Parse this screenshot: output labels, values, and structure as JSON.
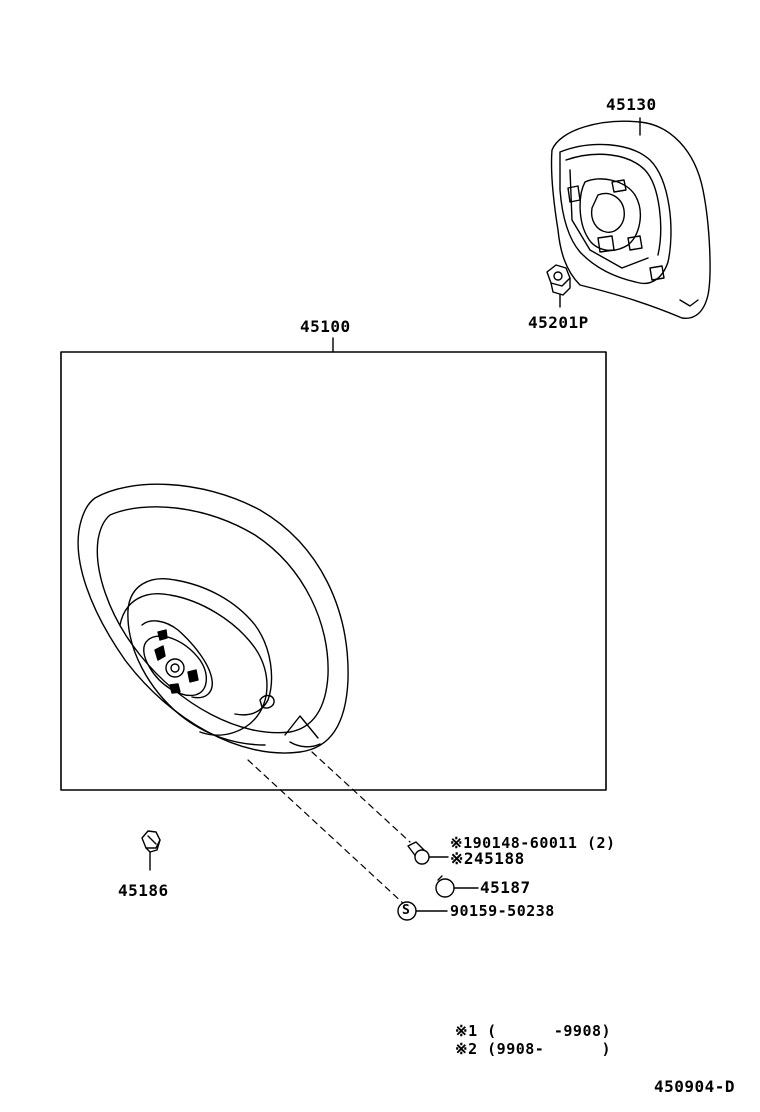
{
  "parts": {
    "pad": "45130",
    "pad_nut": "45201P",
    "wheel_assembly": "45100",
    "cover": "45186",
    "screw_note1": "※190148-60011 (2)",
    "screw_note2": "※245188",
    "cap": "45187",
    "s_symbol": "S",
    "s_part": "90159-50238"
  },
  "footnotes": {
    "note1": "※1 (      -9908)",
    "note2": "※2 (9908-      )"
  },
  "diagram_code": "450904-D",
  "colors": {
    "line": "#000000",
    "background": "#ffffff"
  }
}
